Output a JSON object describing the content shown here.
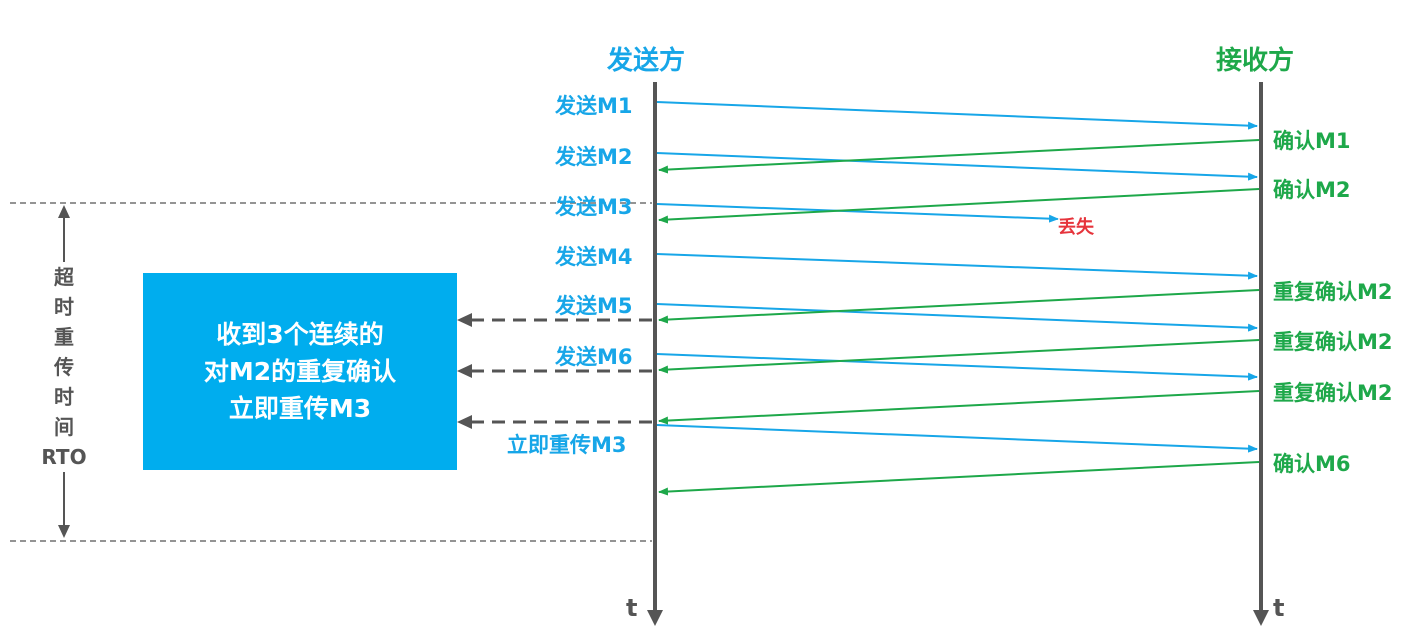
{
  "headers": {
    "sender": "发送方",
    "receiver": "接收方"
  },
  "time_axis": {
    "sender_label": "t",
    "receiver_label": "t"
  },
  "send_labels": [
    "发送M1",
    "发送M2",
    "发送M3",
    "发送M4",
    "发送M5",
    "发送M6",
    "立即重传M3"
  ],
  "ack_labels": [
    "确认M1",
    "确认M2",
    "重复确认M2",
    "重复确认M2",
    "重复确认M2",
    "确认M6"
  ],
  "lost_label": "丢失",
  "timeout": {
    "chars": [
      "超",
      "时",
      "重",
      "传",
      "时",
      "间"
    ],
    "abbr": "RTO"
  },
  "info_box": {
    "lines": [
      "收到3个连续的",
      "对M2的重复确认",
      "立即重传M3"
    ]
  },
  "colors": {
    "send": "#17a6e8",
    "ack": "#1ea84a",
    "lost": "#e6343c",
    "axis": "#555555",
    "box": "#00adee"
  }
}
